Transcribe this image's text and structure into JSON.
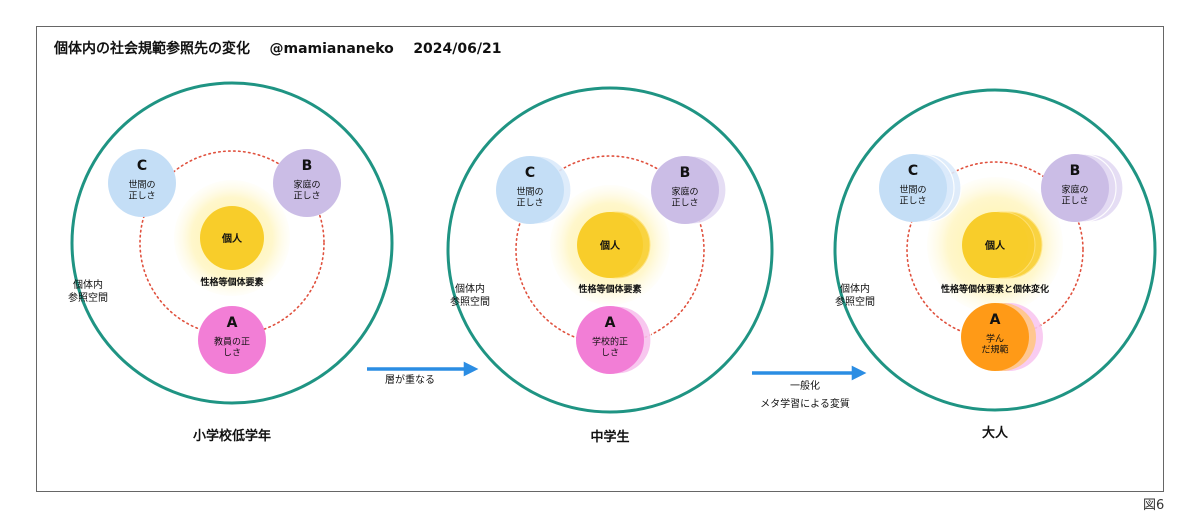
{
  "title": {
    "main": "個体内の社会規範参照先の変化",
    "author": "@mamiananeko",
    "date": "2024/06/21"
  },
  "figure_label": "図6",
  "colors": {
    "outer_circle": "#1f9483",
    "dotted_ring": "#e0513e",
    "arrow": "#2b8de3",
    "individual_glow": "#fff3b0",
    "individual_core": "#f8cd2a",
    "circle_c": "#c4def6",
    "circle_b": "#cbbde6",
    "circle_a_pink": "#f27ed6",
    "circle_a_orange": "#ff9a17"
  },
  "stages": [
    {
      "name": "小学校低学年",
      "space_label": [
        "個体内",
        "参照空間"
      ],
      "individual_label": "個人",
      "traits_label": "性格等個体要素",
      "c": {
        "letter": "C",
        "lines": [
          "世間の",
          "正しさ"
        ]
      },
      "b": {
        "letter": "B",
        "lines": [
          "家庭の",
          "正しさ"
        ]
      },
      "a": {
        "letter": "A",
        "lines": [
          "教員の正",
          "しさ"
        ]
      }
    },
    {
      "name": "中学生",
      "space_label": [
        "個体内",
        "参照空間"
      ],
      "individual_label": "個人",
      "traits_label": "性格等個体要素",
      "c": {
        "letter": "C",
        "lines": [
          "世間の",
          "正しさ"
        ]
      },
      "b": {
        "letter": "B",
        "lines": [
          "家庭の",
          "正しさ"
        ]
      },
      "a": {
        "letter": "A",
        "lines": [
          "学校的正",
          "しさ"
        ]
      }
    },
    {
      "name": "大人",
      "space_label": [
        "個体内",
        "参照空間"
      ],
      "individual_label": "個人",
      "traits_label": "性格等個体要素と個体変化",
      "c": {
        "letter": "C",
        "lines": [
          "世間の",
          "正しさ"
        ]
      },
      "b": {
        "letter": "B",
        "lines": [
          "家庭の",
          "正しさ"
        ]
      },
      "a": {
        "letter": "A",
        "lines": [
          "学ん",
          "だ規範"
        ]
      }
    }
  ],
  "transitions": [
    {
      "lines": [
        "層が重なる"
      ]
    },
    {
      "lines": [
        "一般化",
        "メタ学習による変質"
      ]
    }
  ]
}
